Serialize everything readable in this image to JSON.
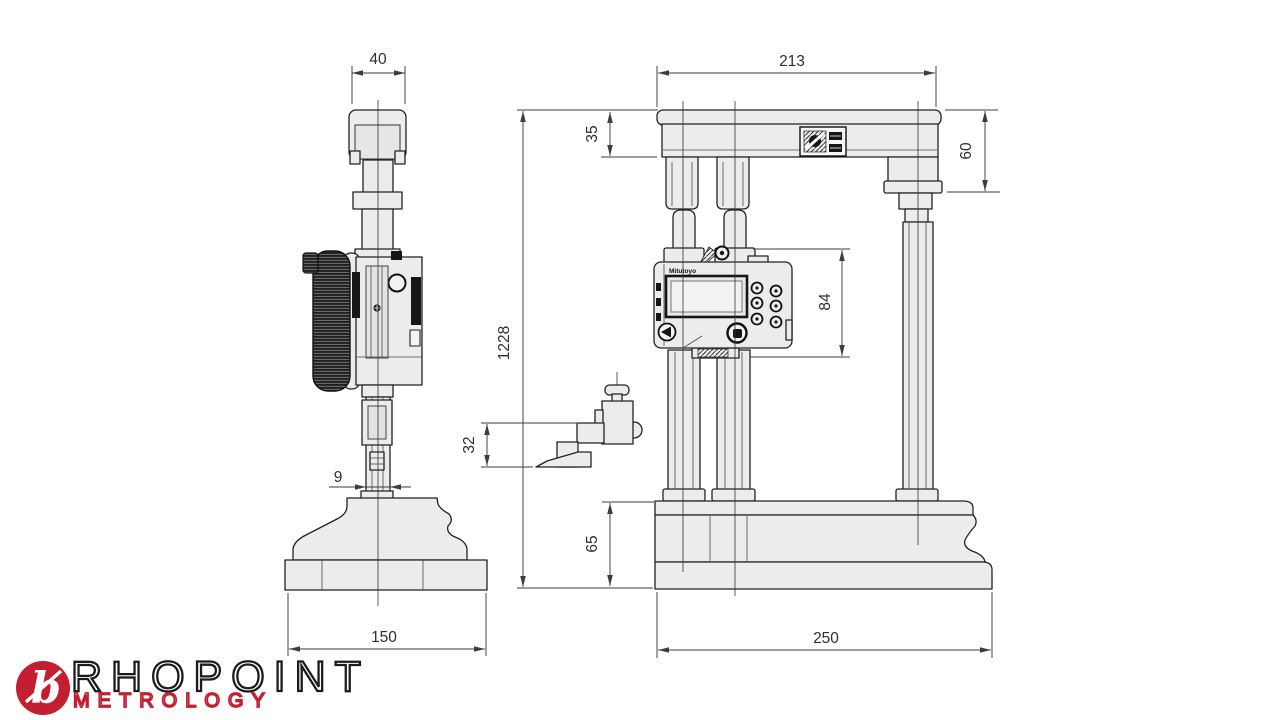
{
  "drawing": {
    "dimensions": {
      "knob_width": "40",
      "beam_width": "213",
      "beam_top_height": "35",
      "beam_end_height": "60",
      "display_height": "84",
      "overall_height": "1228",
      "scriber_height": "32",
      "slider_width": "9",
      "base_height": "65",
      "side_base_width": "150",
      "front_base_width": "250"
    },
    "display_brand": "Mitutoyo",
    "icons": {
      "beam_label": "mitutoyo-emblem",
      "logo_mark": "rhopoint-b-mark"
    }
  },
  "logo": {
    "brand": "RHOPOINT",
    "division": "METROLOGY",
    "red": "#c41f30"
  }
}
